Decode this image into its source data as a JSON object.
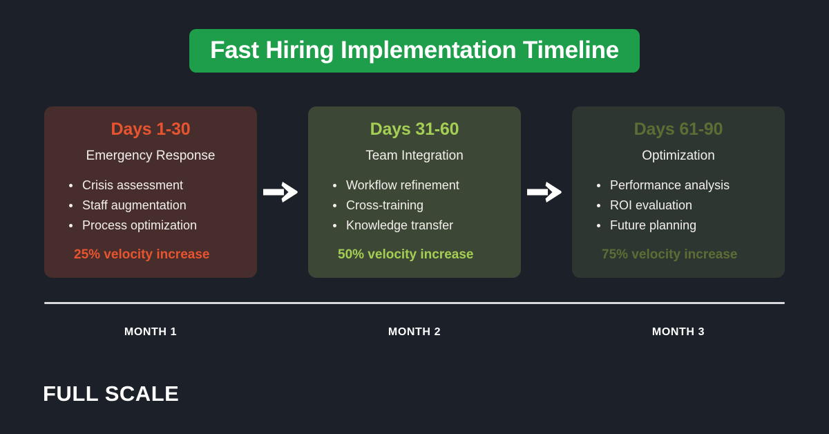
{
  "title": {
    "text": "Fast Hiring Implementation Timeline",
    "banner_color": "#1e9e4a",
    "text_color": "#ffffff"
  },
  "background_color": "#1c2029",
  "cards": [
    {
      "heading": "Days 1-30",
      "subtitle": "Emergency Response",
      "bullets": [
        "Crisis assessment",
        "Staff augmentation",
        "Process optimization"
      ],
      "metric": "25% velocity increase",
      "bg_color": "#472e2c",
      "accent_color": "#e8542f"
    },
    {
      "heading": "Days 31-60",
      "subtitle": "Team Integration",
      "bullets": [
        "Workflow refinement",
        "Cross-training",
        "Knowledge transfer"
      ],
      "metric": "50% velocity increase",
      "bg_color": "#3c4835",
      "accent_color": "#a5ce54"
    },
    {
      "heading": "Days 61-90",
      "subtitle": "Optimization",
      "bullets": [
        "Performance analysis",
        "ROI evaluation",
        "Future planning"
      ],
      "metric": "75% velocity increase",
      "bg_color": "#2e3632",
      "accent_color": "#5d6e35"
    }
  ],
  "arrows": [
    {
      "icon": "arrow-right-icon",
      "color": "#ffffff"
    },
    {
      "icon": "arrow-right-icon",
      "color": "#ffffff"
    }
  ],
  "divider": {
    "color": "#d7d9dd"
  },
  "months": [
    "MONTH 1",
    "MONTH 2",
    "MONTH 3"
  ],
  "logo": {
    "text": "FULL SCALE",
    "color": "#ffffff"
  }
}
